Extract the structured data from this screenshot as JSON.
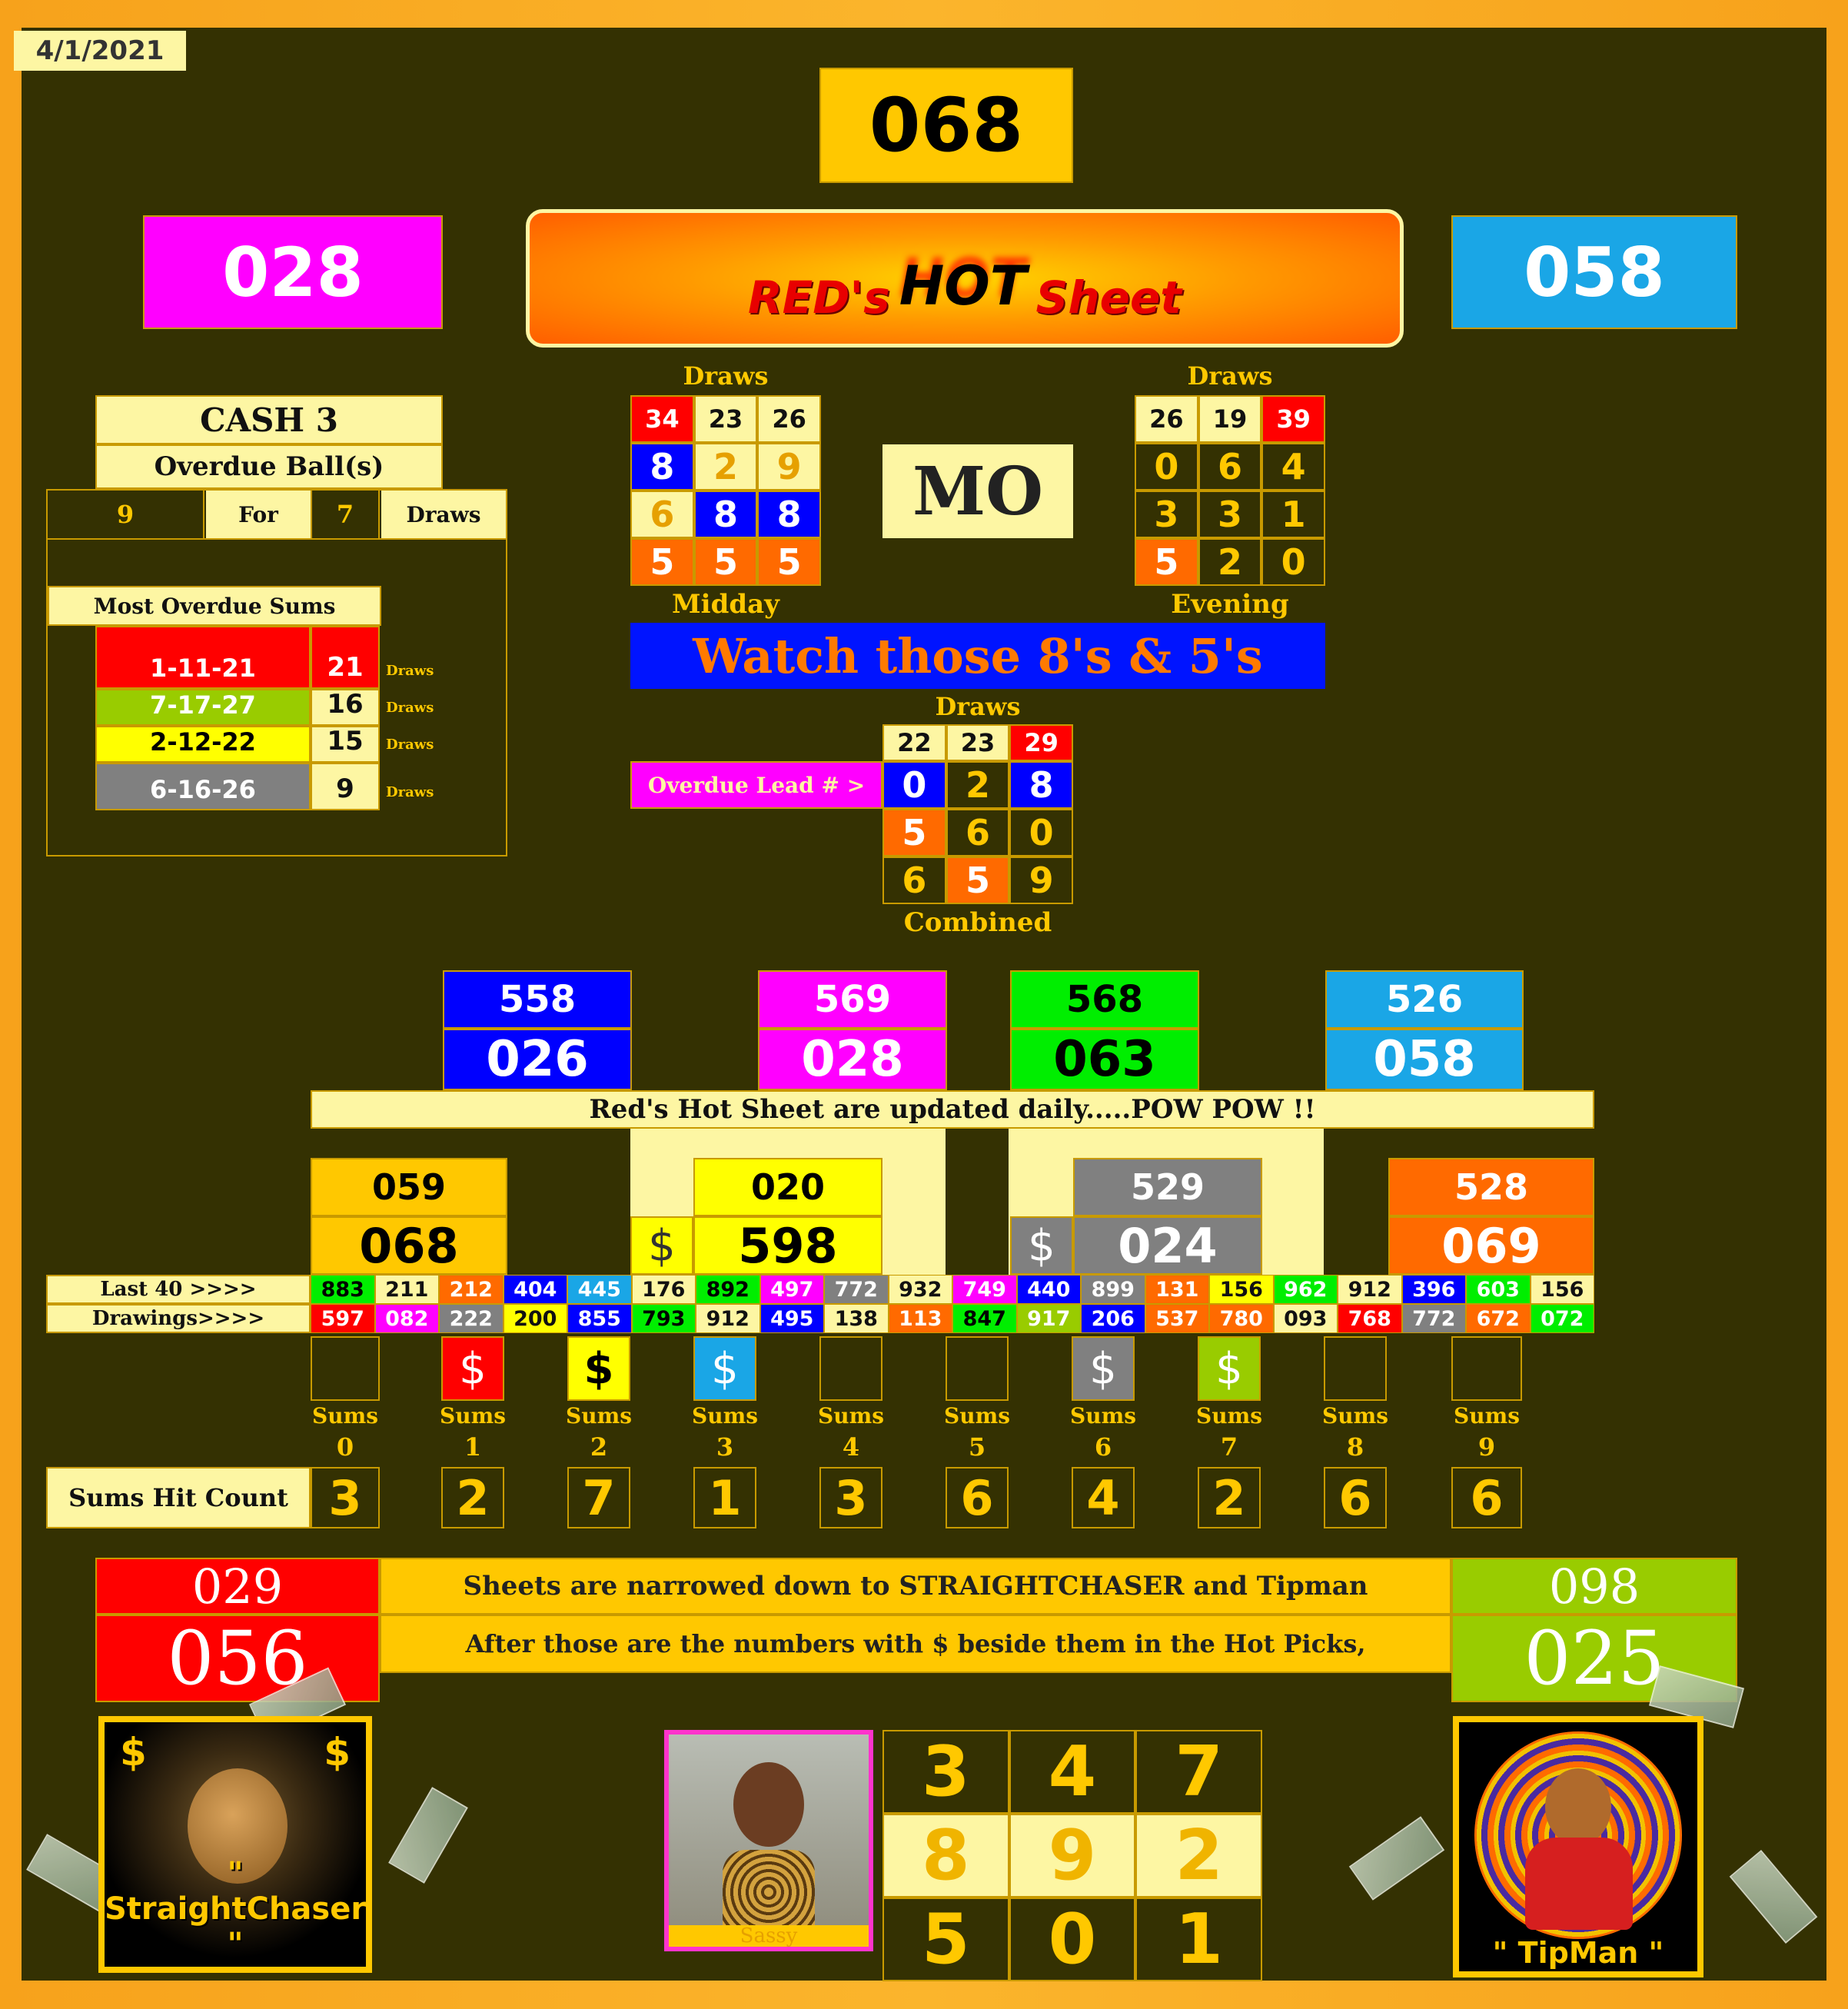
{
  "date": "4/1/2021",
  "top_number": "068",
  "left_number": "028",
  "right_number": "058",
  "logo": {
    "text_red": "RED's",
    "text_hot": "HOT",
    "text_sheet": "Sheet"
  },
  "cash3": {
    "title": "CASH 3",
    "subtitle": "Overdue Ball(s)",
    "ball": "9",
    "for_label": "For",
    "count": "7",
    "draws_label": "Draws"
  },
  "most_overdue": {
    "title": "Most Overdue Sums",
    "rows": [
      {
        "sums": "1-11-21",
        "draws": "21",
        "label": "Draws",
        "color": "#ff0000"
      },
      {
        "sums": "7-17-27",
        "draws": "16",
        "label": "Draws",
        "color": "#99cc00"
      },
      {
        "sums": "2-12-22",
        "draws": "15",
        "label": "Draws",
        "color": "#ffff00"
      },
      {
        "sums": "6-16-26",
        "draws": "9",
        "label": "Draws",
        "color": "#808080"
      }
    ]
  },
  "midday": {
    "draws_label": "Draws",
    "footer": "Midday",
    "header": [
      "34",
      "23",
      "26"
    ],
    "rows": [
      [
        "8",
        "2",
        "9"
      ],
      [
        "6",
        "8",
        "8"
      ],
      [
        "5",
        "5",
        "5"
      ]
    ]
  },
  "evening": {
    "draws_label": "Draws",
    "footer": "Evening",
    "header": [
      "26",
      "19",
      "39"
    ],
    "rows": [
      [
        "0",
        "6",
        "4"
      ],
      [
        "3",
        "3",
        "1"
      ],
      [
        "5",
        "2",
        "0"
      ]
    ]
  },
  "state": "MO",
  "watch_text": "Watch those 8's & 5's",
  "combined": {
    "draws_label": "Draws",
    "footer": "Combined",
    "lead_label": "Overdue Lead # >",
    "header": [
      "22",
      "23",
      "29"
    ],
    "rows": [
      [
        "0",
        "2",
        "8"
      ],
      [
        "5",
        "6",
        "0"
      ],
      [
        "6",
        "5",
        "9"
      ]
    ]
  },
  "pairs": [
    {
      "top": "558",
      "bottom": "026",
      "color": "#0000ff"
    },
    {
      "top": "569",
      "bottom": "028",
      "color": "#ff00ff"
    },
    {
      "top": "568",
      "bottom": "063",
      "color": "#00ee00"
    },
    {
      "top": "526",
      "bottom": "058",
      "color": "#1aa6e6"
    }
  ],
  "update_banner": "Red's Hot Sheet are updated daily.....POW POW !!",
  "hot_picks": [
    {
      "top": "059",
      "bottom": "068",
      "dollar": ""
    },
    {
      "top": "020",
      "bottom": "598",
      "dollar": "$"
    },
    {
      "top": "529",
      "bottom": "024",
      "dollar": "$"
    },
    {
      "top": "528",
      "bottom": "069",
      "dollar": ""
    }
  ],
  "last40": {
    "label1": "Last 40 >>>>",
    "label2": "Drawings>>>>",
    "row1": [
      "883",
      "211",
      "212",
      "404",
      "445",
      "176",
      "892",
      "497",
      "772",
      "932",
      "749",
      "440",
      "899",
      "131",
      "156",
      "962",
      "912",
      "396",
      "603",
      "156"
    ],
    "row2": [
      "597",
      "082",
      "222",
      "200",
      "855",
      "793",
      "912",
      "495",
      "138",
      "113",
      "847",
      "917",
      "206",
      "537",
      "780",
      "093",
      "768",
      "772",
      "672",
      "072"
    ]
  },
  "sums": {
    "label": "Sums",
    "digits": [
      "0",
      "1",
      "2",
      "3",
      "4",
      "5",
      "6",
      "7",
      "8",
      "9"
    ],
    "dollars": [
      "",
      "$",
      "$",
      "$",
      "",
      "",
      "$",
      "$",
      "",
      ""
    ],
    "hit_label": "Sums Hit Count",
    "hit_counts": [
      "3",
      "2",
      "7",
      "1",
      "3",
      "6",
      "4",
      "2",
      "6",
      "6"
    ]
  },
  "bottom_left": {
    "top": "029",
    "bottom": "056"
  },
  "bottom_right": {
    "top": "098",
    "bottom": "025"
  },
  "notes": [
    "Sheets are narrowed down to STRAIGHTCHASER and Tipman",
    "After those are the numbers with $ beside them in the Hot Picks,"
  ],
  "avatars": {
    "left": "\" StraightChaser \"",
    "middle": "Sassy",
    "right": "\" TipMan \""
  },
  "final_grid": [
    [
      "3",
      "4",
      "7"
    ],
    [
      "8",
      "9",
      "2"
    ],
    [
      "5",
      "0",
      "1"
    ]
  ]
}
